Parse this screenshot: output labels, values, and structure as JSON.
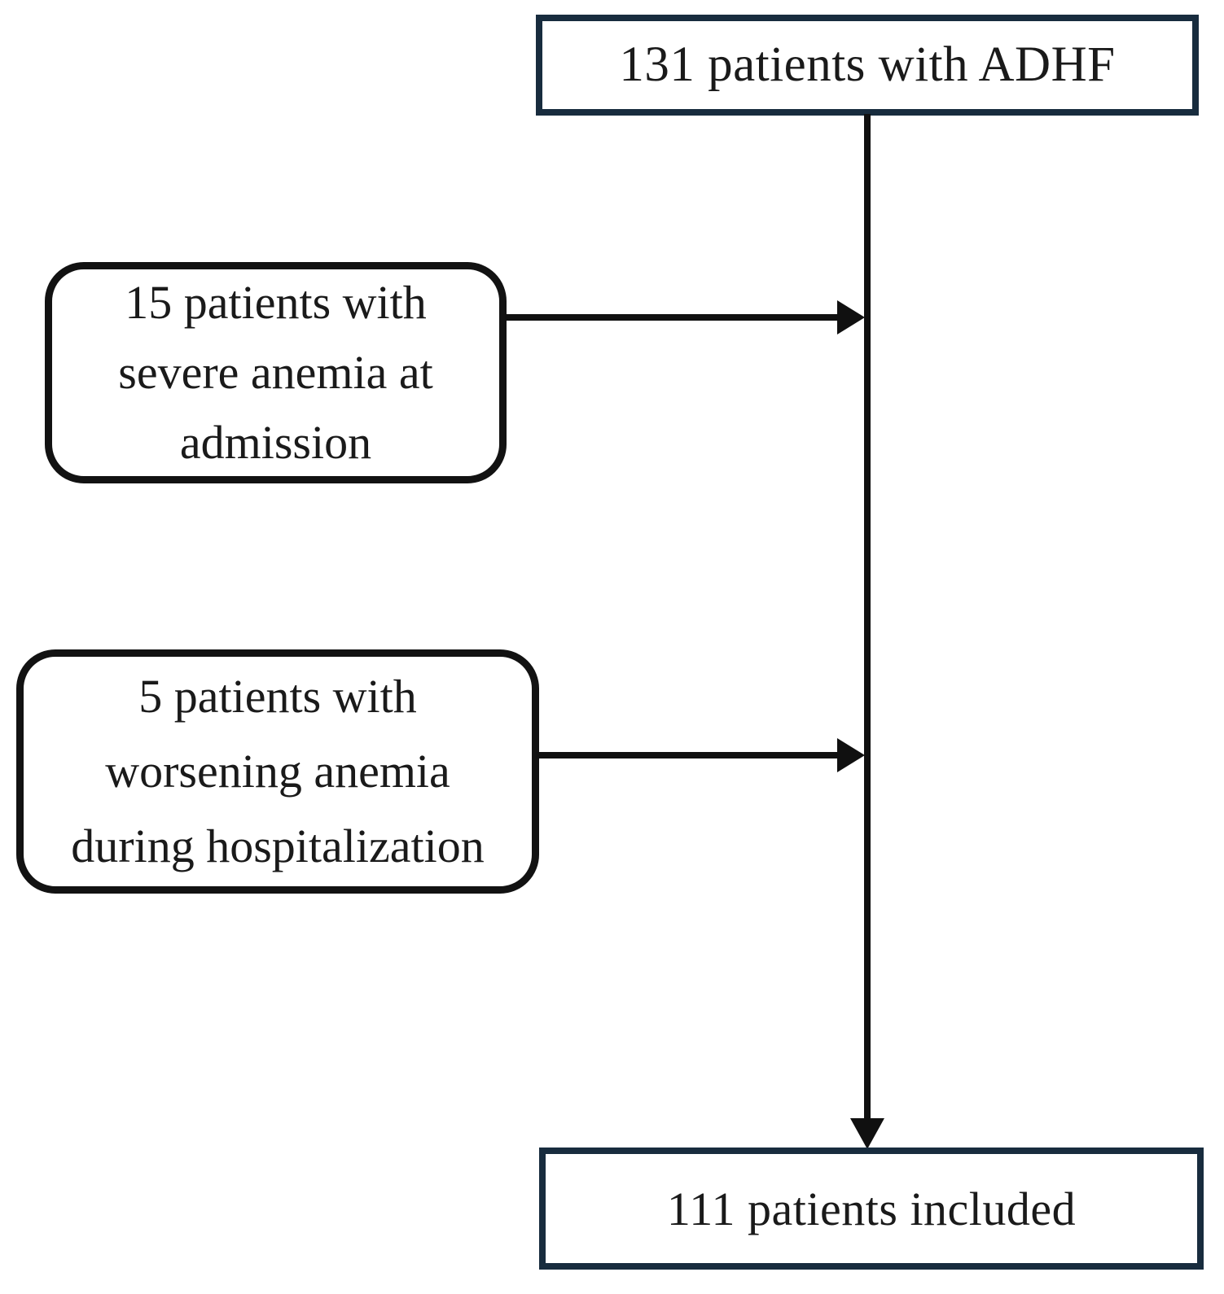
{
  "colors": {
    "navy_border": "#182c3e",
    "black_line": "#101010",
    "round_border": "#121212",
    "text": "#1a1a1a",
    "background": "#ffffff"
  },
  "nodes": {
    "top": {
      "label": "131 patients with ADHF"
    },
    "exclusion1": {
      "lines": [
        "15 patients with",
        "severe anemia at",
        "admission"
      ]
    },
    "exclusion2": {
      "lines": [
        "5 patients with",
        "worsening anemia",
        "during hospitalization"
      ]
    },
    "bottom": {
      "label": "111 patients included"
    }
  }
}
